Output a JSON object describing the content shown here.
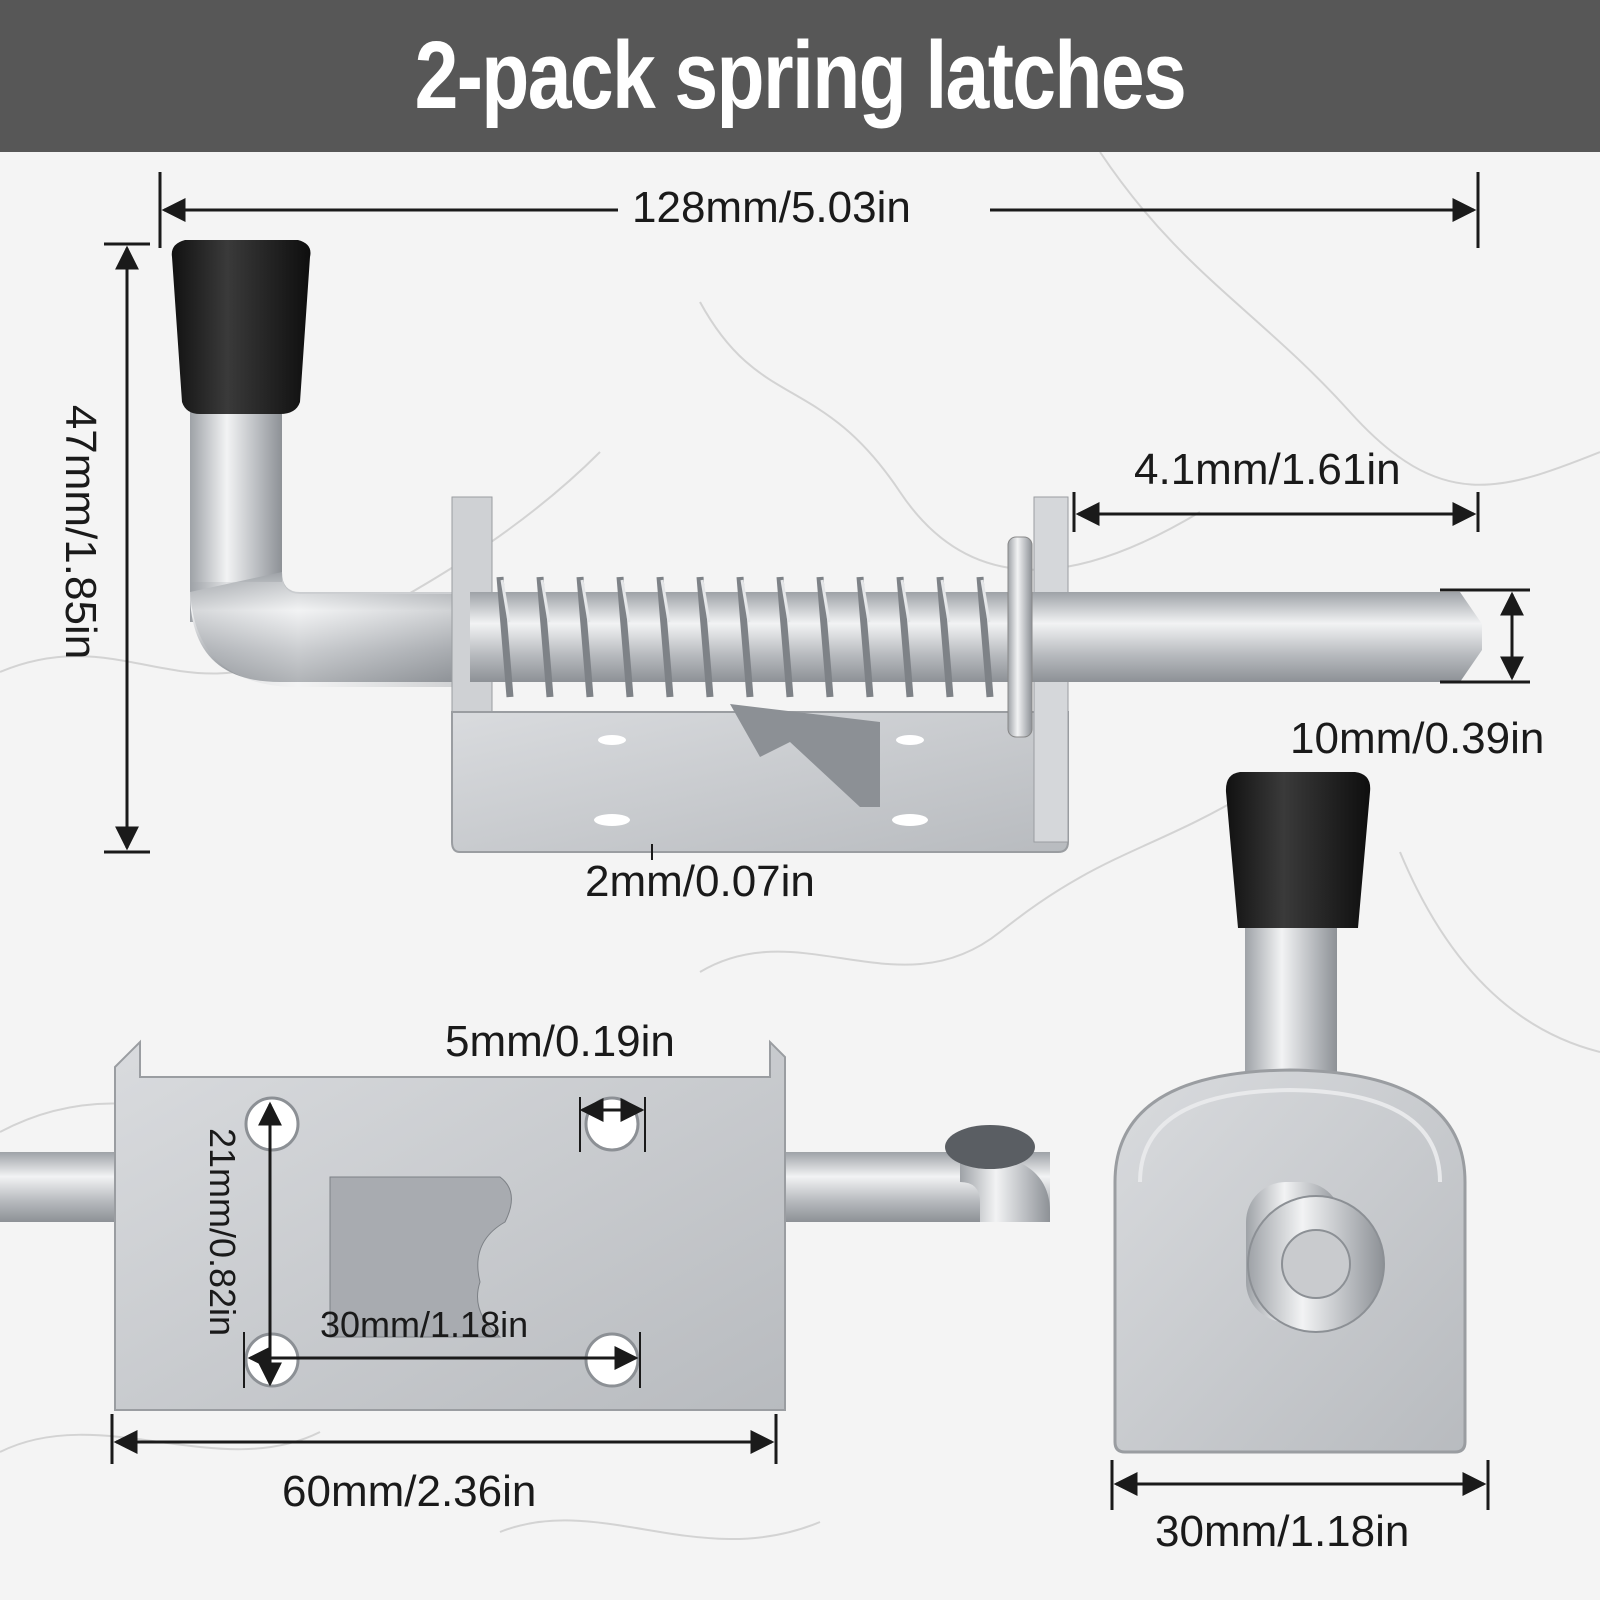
{
  "banner": {
    "title": "2-pack spring latches"
  },
  "dimensions": {
    "overall_length": "128mm/5.03in",
    "height": "47mm/1.85in",
    "pin_length": "4.1mm/1.61in",
    "pin_diameter": "10mm/0.39in",
    "plate_thickness": "2mm/0.07in",
    "hole_diameter": "5mm/0.19in",
    "hole_spacing_vertical": "21mm/0.82in",
    "hole_spacing_horizontal": "30mm/1.18in",
    "base_length": "60mm/2.36in",
    "base_width": "30mm/1.18in"
  },
  "colors": {
    "banner": "#575757",
    "metal": "#c9cbce",
    "rubber": "#1c1c1c",
    "dimension_lines": "#1a1a1a"
  }
}
